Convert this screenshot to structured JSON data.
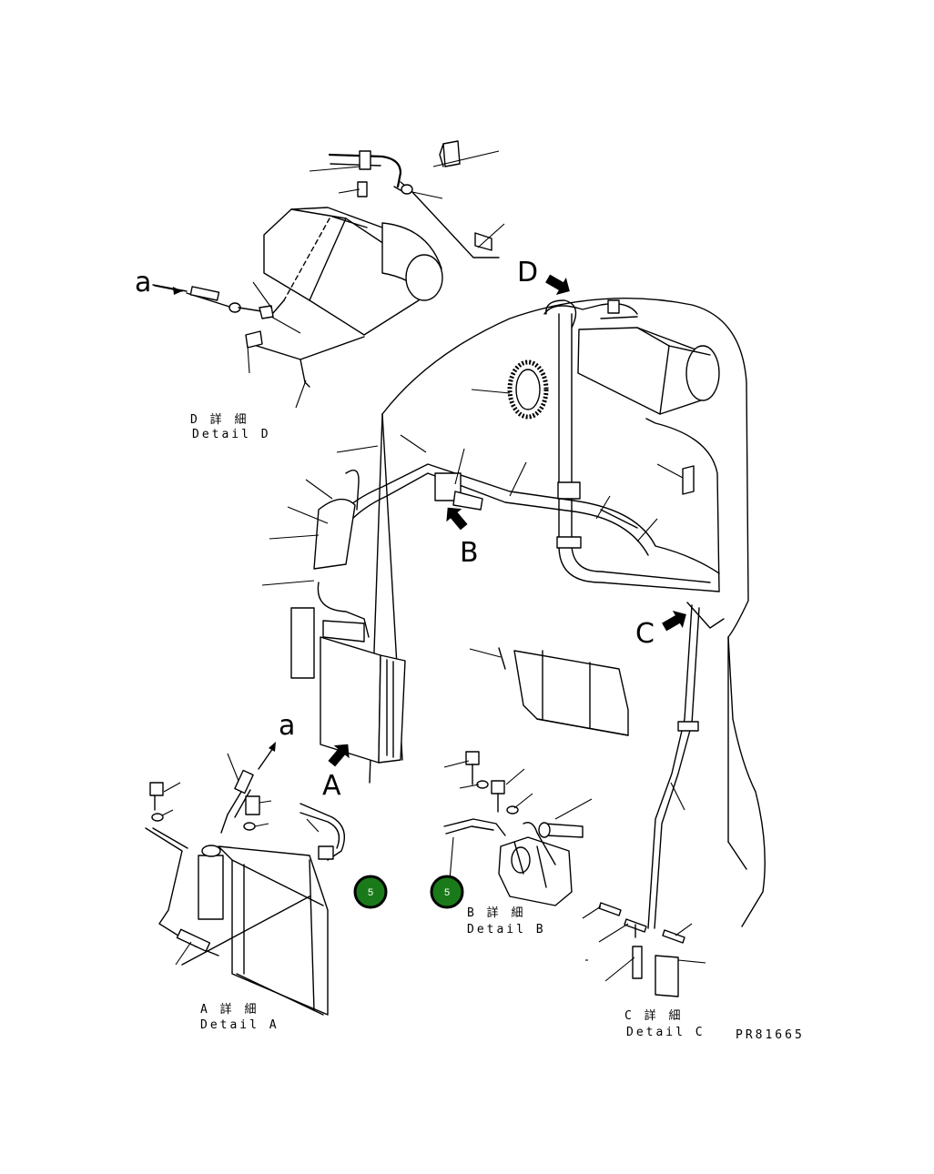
{
  "drawing": {
    "view_labels": {
      "a_top": "a",
      "a_bottom": "a",
      "D": "D",
      "B": "B",
      "C": "C",
      "A": "A"
    },
    "details": {
      "D": {
        "jp": "D 詳 細",
        "en": "Detail D"
      },
      "A": {
        "jp": "A 詳 細",
        "en": "Detail A"
      },
      "B": {
        "jp": "B 詳 細",
        "en": "Detail B"
      },
      "C": {
        "jp": "C 詳 細",
        "en": "Detail C"
      }
    },
    "drawing_number": "PR81665"
  },
  "callouts": [
    {
      "label": "5",
      "color": "#1a7a1a"
    },
    {
      "label": "5",
      "color": "#1a7a1a"
    }
  ]
}
